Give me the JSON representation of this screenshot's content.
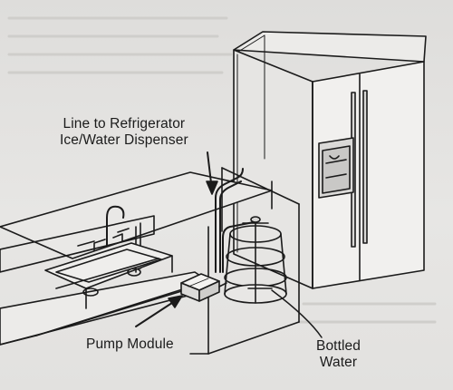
{
  "labels": {
    "line_to_refrigerator": [
      "Line to Refrigerator",
      "Ice/Water Dispenser"
    ],
    "pump_module": "Pump Module",
    "bottled_water": [
      "Bottled",
      "Water"
    ]
  },
  "colors": {
    "ink": "#1b1b1b",
    "background": "#e4e3e1",
    "refrigerator_fill": "#f1f0ee"
  }
}
